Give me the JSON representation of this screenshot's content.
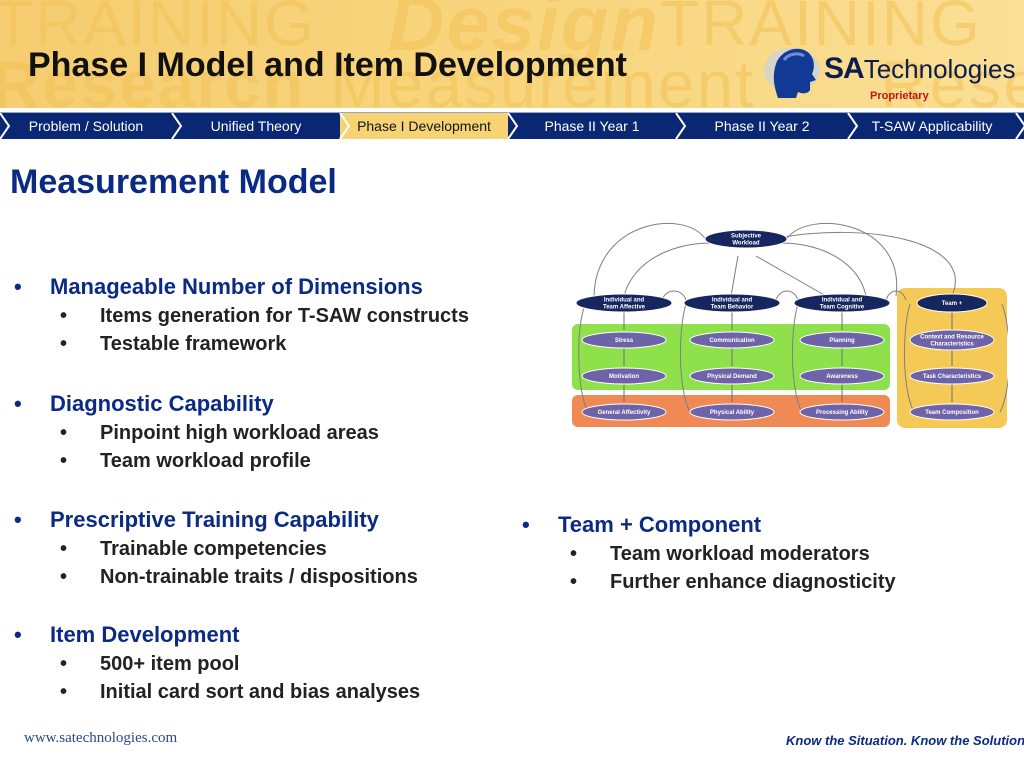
{
  "header": {
    "title": "Phase I Model and Item Development",
    "watermark": [
      "TRAINING",
      "Design",
      "TRAINING",
      "Research",
      "Measurement",
      "Research"
    ],
    "logo_sa": "SA",
    "logo_tech": "Technologies",
    "proprietary": "Proprietary"
  },
  "nav": {
    "tabs": [
      {
        "label": "Problem / Solution"
      },
      {
        "label": "Unified Theory"
      },
      {
        "label": "Phase I Development",
        "active": true
      },
      {
        "label": "Phase II Year 1"
      },
      {
        "label": "Phase II Year 2"
      },
      {
        "label": "T-SAW Applicability"
      }
    ]
  },
  "section_title": "Measurement Model",
  "bullets_left": [
    {
      "label": "Manageable Number of Dimensions",
      "subs": [
        "Items generation for T-SAW constructs",
        "Testable framework"
      ]
    },
    {
      "label": "Diagnostic Capability",
      "subs": [
        "Pinpoint high workload areas",
        "Team workload profile"
      ]
    },
    {
      "label": "Prescriptive Training Capability",
      "subs": [
        "Trainable competencies",
        "Non-trainable traits / dispositions"
      ]
    },
    {
      "label": "Item Development",
      "subs": [
        "500+ item pool",
        "Initial card sort and bias analyses"
      ]
    }
  ],
  "bullets_right": [
    {
      "label": "Team + Component",
      "subs": [
        "Team workload moderators",
        "Further enhance diagnosticity"
      ]
    }
  ],
  "diagram": {
    "top": [
      "Subjective",
      "Workload"
    ],
    "level1": [
      [
        "Individual  and",
        "Team Affective"
      ],
      [
        "Individual and",
        "Team Behavior"
      ],
      [
        "Individual and",
        "Team Cognitive"
      ],
      [
        "Team +"
      ]
    ],
    "col1": [
      "Stress",
      "Motivation",
      "General Affectivity"
    ],
    "col2": [
      "Communication",
      "Physical Demand",
      "Physical Ability"
    ],
    "col3": [
      "Planning",
      "Awareness",
      "Processing Ability"
    ],
    "team": [
      [
        "Context and Resource",
        "Characteristics"
      ],
      [
        "Task Characteristics"
      ],
      [
        "Team Composition"
      ]
    ],
    "colors": {
      "node": "#6e63a8",
      "dark": "#16265e",
      "green": "#8ee14a",
      "orange": "#f08a55",
      "yellow": "#f5c955"
    }
  },
  "footer": {
    "url": "www.satechnologies.com",
    "tagline": "Know the Situation. Know the Solution."
  }
}
